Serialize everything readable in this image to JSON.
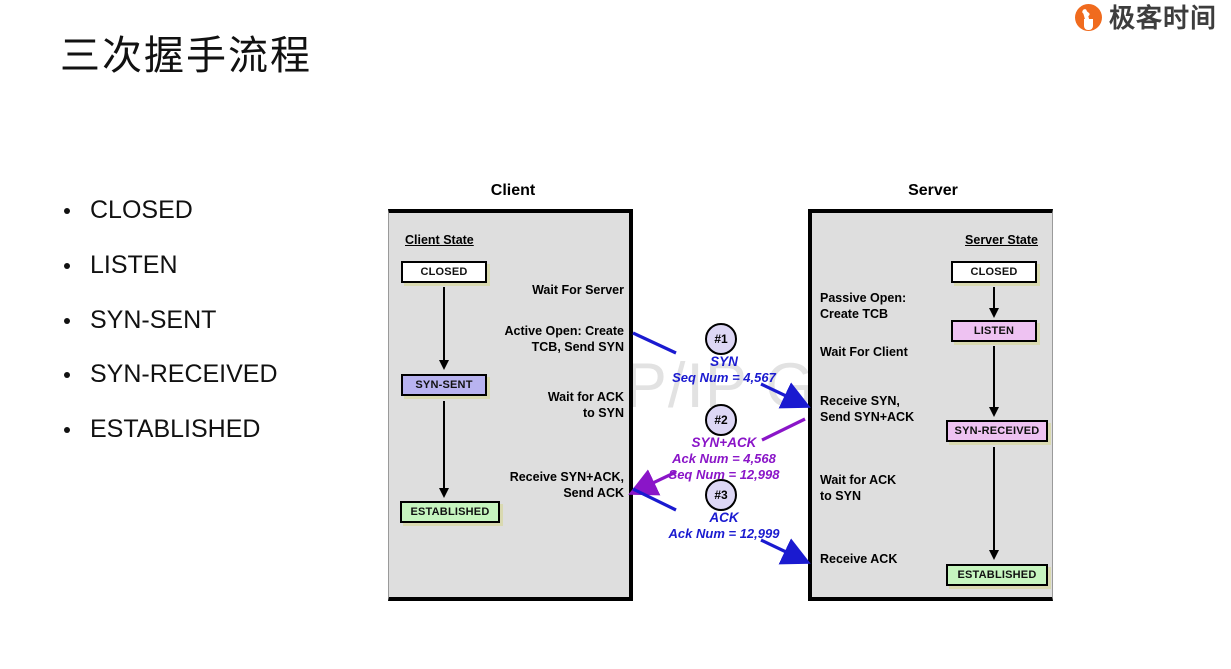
{
  "brand": {
    "name": "极客时间",
    "logo_icon": "geektime-logo-icon",
    "accent_color": "#f06b1e"
  },
  "slide": {
    "title": "三次握手流程"
  },
  "state_list": {
    "items": [
      {
        "label": "CLOSED"
      },
      {
        "label": "LISTEN"
      },
      {
        "label": "SYN-SENT"
      },
      {
        "label": "SYN-RECEIVED"
      },
      {
        "label": "ESTABLISHED"
      }
    ]
  },
  "diagram": {
    "watermark": "The TCP/IP Guide",
    "client": {
      "heading": "Client",
      "state_column_title": "Client State",
      "states": [
        {
          "label": "CLOSED",
          "color": "#ffffff"
        },
        {
          "label": "SYN-SENT",
          "color": "#b8b3f0"
        },
        {
          "label": "ESTABLISHED",
          "color": "#c6f5bf"
        }
      ],
      "notes": [
        {
          "text": "Wait For Server"
        },
        {
          "text": "Active Open: Create\nTCB, Send SYN"
        },
        {
          "text": "Wait for ACK\nto SYN"
        },
        {
          "text": "Receive SYN+ACK,\nSend ACK"
        }
      ]
    },
    "server": {
      "heading": "Server",
      "state_column_title": "Server State",
      "states": [
        {
          "label": "CLOSED",
          "color": "#ffffff"
        },
        {
          "label": "LISTEN",
          "color": "#eec2f2"
        },
        {
          "label": "SYN-RECEIVED",
          "color": "#eec2f2"
        },
        {
          "label": "ESTABLISHED",
          "color": "#c6f5bf"
        }
      ],
      "notes": [
        {
          "text": "Passive Open:\nCreate TCB"
        },
        {
          "text": "Wait For Client"
        },
        {
          "text": "Receive SYN,\nSend SYN+ACK"
        },
        {
          "text": "Wait for ACK\nto SYN"
        },
        {
          "text": "Receive ACK"
        }
      ]
    },
    "messages": [
      {
        "number": "#1",
        "name": "SYN",
        "fields": [
          "Seq Num = 4,567"
        ],
        "direction": "client-to-server",
        "color": "#1a1ad0"
      },
      {
        "number": "#2",
        "name": "SYN+ACK",
        "fields": [
          "Ack Num = 4,568",
          "Seq Num = 12,998"
        ],
        "direction": "server-to-client",
        "color": "#8a15c8"
      },
      {
        "number": "#3",
        "name": "ACK",
        "fields": [
          "Ack Num = 12,999"
        ],
        "direction": "client-to-server",
        "color": "#1a1ad0"
      }
    ]
  }
}
